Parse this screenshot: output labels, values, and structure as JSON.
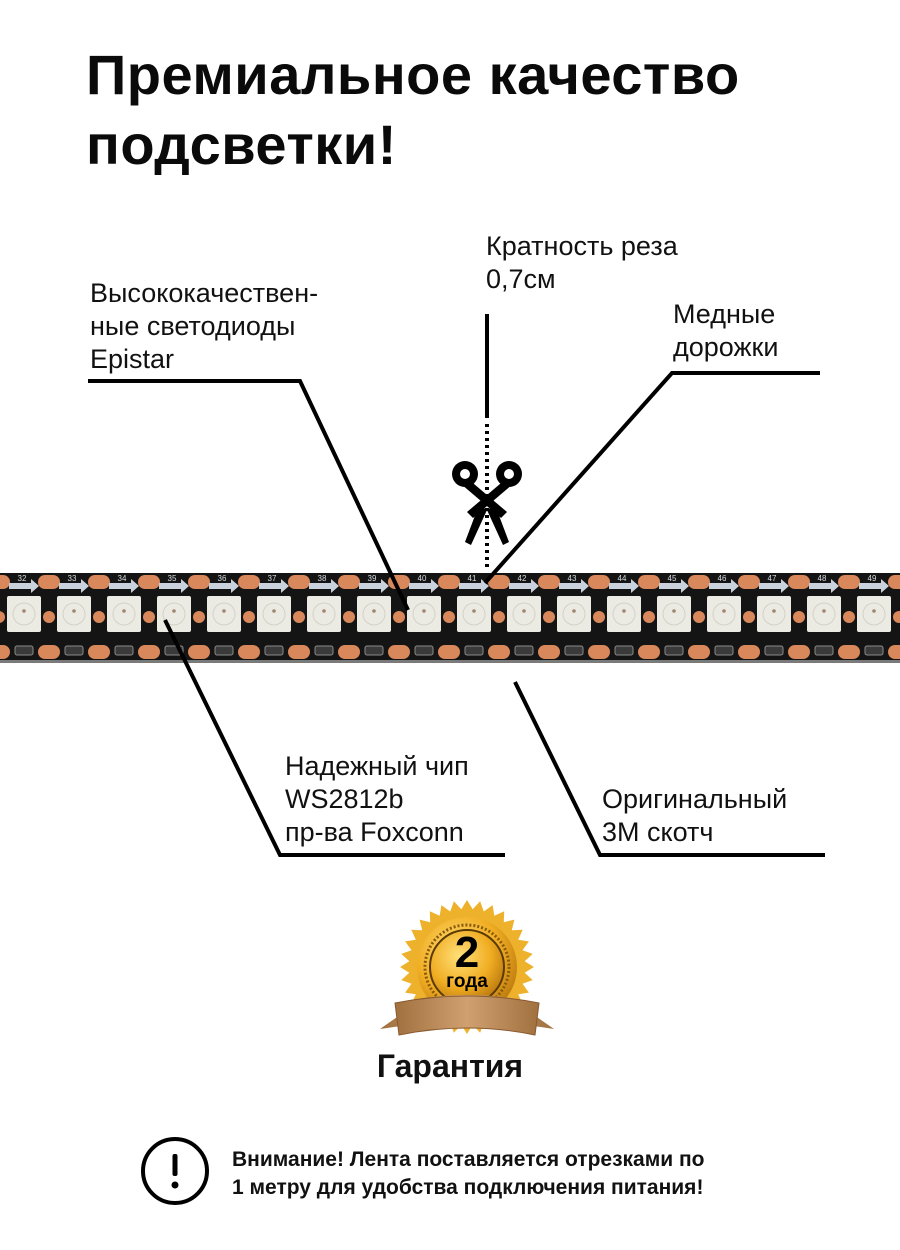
{
  "title": {
    "line1": "Премиальное качество",
    "line2": "подсветки!"
  },
  "callouts": {
    "cut": {
      "line1": "Кратность реза",
      "line2": "0,7см"
    },
    "leds": {
      "line1": "Высококачествен-",
      "line2": "ные светодиоды",
      "line3": "Epistar"
    },
    "copper": {
      "line1": "Медные",
      "line2": "дорожки"
    },
    "chip": {
      "line1": "Надежный чип",
      "line2": "WS2812b",
      "line3": "пр-ва Foxconn"
    },
    "tape": {
      "line1": "Оригинальный",
      "line2": "3M скотч"
    }
  },
  "strip": {
    "led_numbers": [
      "32",
      "33",
      "34",
      "35",
      "36",
      "37",
      "38",
      "39",
      "40",
      "41",
      "42",
      "43",
      "44",
      "45",
      "46",
      "47",
      "48",
      "49"
    ],
    "colors": {
      "pcb": "#141414",
      "copper": "#d8885a",
      "led": "#ecebe3",
      "arrow": "#c9d2dc"
    }
  },
  "warranty": {
    "number": "2",
    "unit": "года",
    "label": "Гарантия",
    "colors": {
      "gold": "#e9a520",
      "gold_light": "#ffd766",
      "ribbon": "#b88655"
    }
  },
  "notice": {
    "icon": "exclamation-circle-icon",
    "line1": "Внимание! Лента поставляется отрезками по",
    "line2": "1 метру для удобства подключения питания!"
  }
}
